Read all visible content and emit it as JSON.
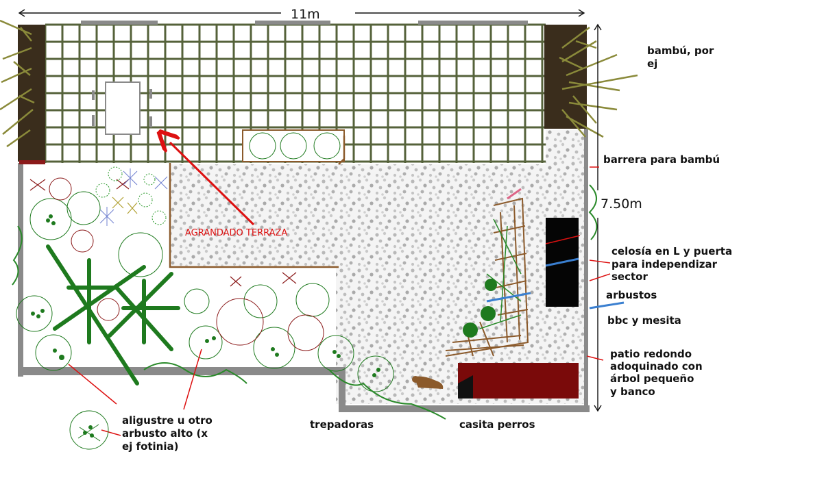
{
  "plan": {
    "dimension_width": "11m",
    "dimension_height": "7.50m",
    "terrace_note": "AGRANDADO TERRAZA",
    "labels": {
      "bamboo_line1": "bambú, por",
      "bamboo_line2": "ej",
      "bamboo_barrier": "barrera para bambú",
      "lattice_line1": "celosía en L y puerta",
      "lattice_line2": "para independizar",
      "lattice_line3": "sector",
      "shrubs": "arbustos",
      "bbq": "bbc y mesita",
      "patio_line1": "patio redondo",
      "patio_line2": "adoquinado con",
      "patio_line3": "árbol pequeño",
      "patio_line4": "y banco",
      "privet_line1": "aligustre u otro",
      "privet_line2": "arbusto alto (x",
      "privet_line3": "ej fotinia)",
      "climbers": "trepadoras",
      "dog_house": "casita perros"
    },
    "colors": {
      "terrace_grid": "#55623a",
      "bamboo": "#8a8a3a",
      "dark_soil": "#3a2d1c",
      "wall_gray": "#8a8a8a",
      "arrow_red": "#dd1111",
      "plant_green": "#1e7a1e",
      "lattice_brown": "#8b5a2b",
      "dog_house_red": "#7a0a0a",
      "leader_blue": "#3a7fd0"
    }
  }
}
